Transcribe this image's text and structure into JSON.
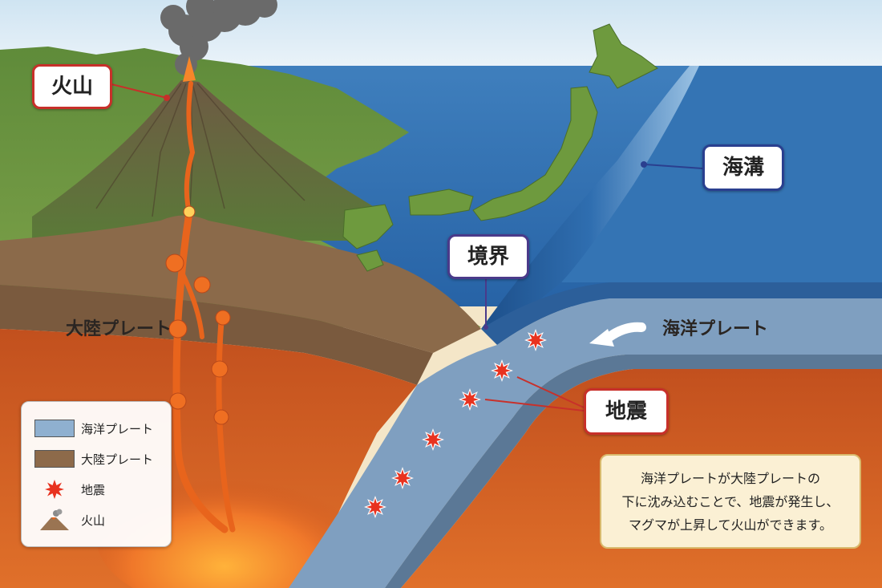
{
  "labels": {
    "volcano": "火山",
    "trench": "海溝",
    "boundary": "境界",
    "earthquake": "地震",
    "continental_plate": "大陸プレート",
    "oceanic_plate": "海洋プレート"
  },
  "legend": {
    "items": [
      {
        "label": "海洋プレート",
        "symbol": "blue-swatch",
        "color": "#8fb0d0"
      },
      {
        "label": "大陸プレート",
        "symbol": "brown-swatch",
        "color": "#8d6a4a"
      },
      {
        "label": "地震",
        "symbol": "earthquake-star-icon",
        "color": "#e8321f"
      },
      {
        "label": "火山",
        "symbol": "volcano-icon",
        "color": "#9a7452"
      }
    ]
  },
  "note": {
    "lines": [
      "海洋プレートが大陸プレートの",
      "下に沈み込むことで、地震が発生し、",
      "マグマが上昇して火山ができます。"
    ]
  },
  "colors": {
    "volcano_callout_border": "#c8302a",
    "trench_callout_border": "#2a3f8f",
    "boundary_callout_border": "#4a3a8a",
    "earthquake_callout_border": "#c8302a",
    "magma": "#e8641c",
    "ocean": "#2d6fb0",
    "mantle": "#c4521c"
  }
}
